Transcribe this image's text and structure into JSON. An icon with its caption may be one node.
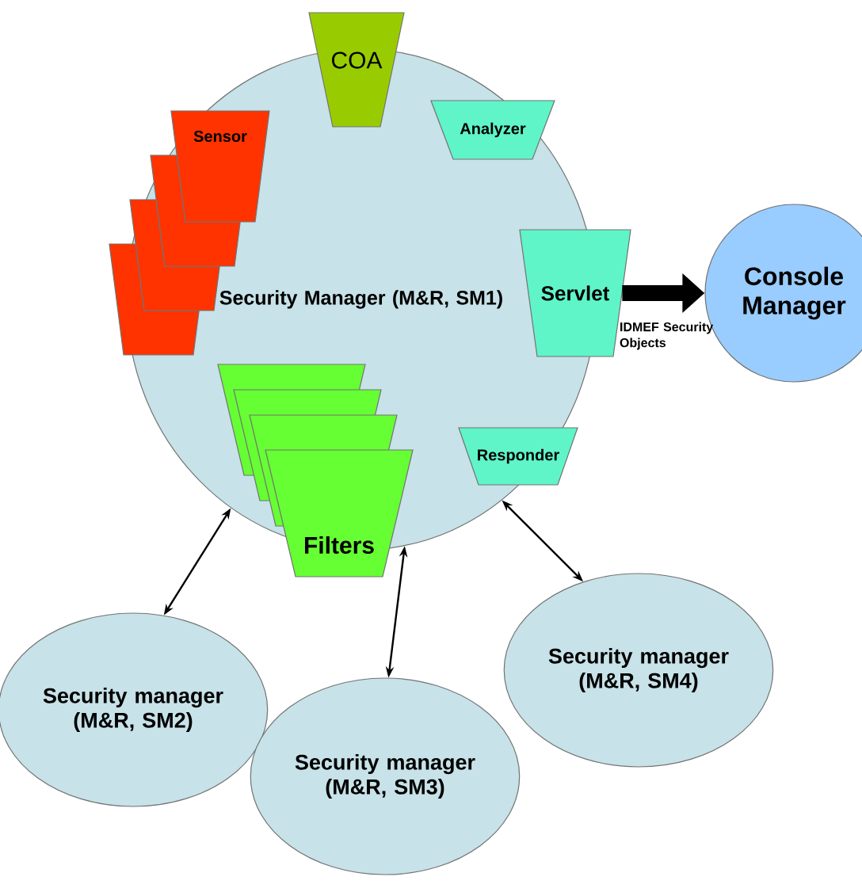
{
  "diagram": {
    "nodes": [
      {
        "text": [
          "Security Manager (M&R, SM1)"
        ]
      },
      {
        "text": [
          "COA"
        ]
      },
      {
        "text": [
          "Analyzer"
        ],
        "in": 0
      },
      {
        "text": [],
        "shape": "box",
        "in": 0
      },
      {
        "text": [],
        "shape": "box",
        "in": 0
      },
      {
        "text": [],
        "shape": "box",
        "in": 0
      },
      {
        "text": [
          "Sensor"
        ],
        "in": 0
      },
      {
        "text": [
          "Servlet"
        ]
      },
      {
        "text": [
          "Console Manager"
        ]
      },
      {
        "text": [],
        "shape": "box",
        "in": 0
      },
      {
        "text": [],
        "shape": "box",
        "in": 0
      },
      {
        "text": [],
        "shape": "box",
        "in": 0
      },
      {
        "text": [
          "Filters"
        ]
      },
      {
        "text": [
          "Responder"
        ],
        "in": 0
      },
      {
        "text": [
          "Security manager (M&R, SM2)"
        ]
      },
      {
        "text": [
          "Security manager (M&R, SM3)"
        ]
      },
      {
        "text": [
          "Security manager (M&R, SM4)"
        ]
      }
    ],
    "edges": [
      {
        "from": 7,
        "to": 8,
        "arrow": "to",
        "style": "thick",
        "label": "IDMEF Security Objects"
      },
      {
        "from": 0,
        "to": 14,
        "arrow": "both"
      },
      {
        "from": 0,
        "to": 15,
        "arrow": "both"
      },
      {
        "from": 0,
        "to": 16,
        "arrow": "both"
      }
    ]
  }
}
